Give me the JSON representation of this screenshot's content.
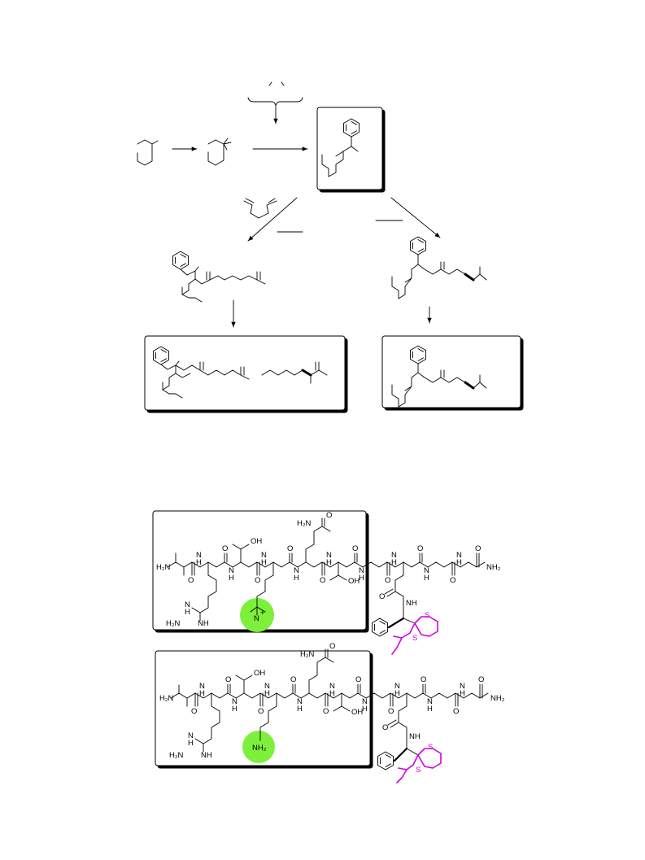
{
  "colors": {
    "highlight": "#7cf03a",
    "thioacetal": "#d000e0",
    "line": "#000000"
  },
  "labels": {
    "h2n": "H₂N",
    "nh2": "NH₂",
    "nh": "NH",
    "n": "N",
    "h": "H",
    "o": "O",
    "oh": "OH",
    "s": "S",
    "nme3": "N",
    "plus": "+"
  }
}
